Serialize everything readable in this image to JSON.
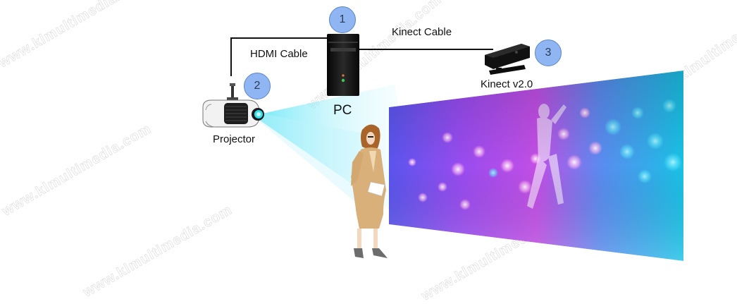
{
  "diagram": {
    "pc": {
      "label": "PC",
      "badge": "1"
    },
    "projector": {
      "label": "Projector",
      "badge": "2"
    },
    "kinect": {
      "label": "Kinect v2.0",
      "badge": "3"
    },
    "cables": {
      "hdmi": "HDMI Cable",
      "kinect": "Kinect Cable"
    },
    "screen": {
      "description": "Projected interactive wall with bokeh lights and particle figure"
    },
    "presenter": {
      "description": "Woman in tan suit standing in front of projection"
    }
  },
  "watermarks": [
    "www.klmultimedia.com",
    "www.klmultimedia.com",
    "www.klmultimedia.com",
    "www.klmultimedia.com",
    "www.klmultimedia.com",
    "www.klmultimedia.com"
  ],
  "colors": {
    "badge_fill": "#8fb6f2",
    "badge_border": "#5b86c8",
    "cable": "#111111",
    "beam": "#7fe6f5",
    "screen_left": "#6a4ff0",
    "screen_mid": "#c04ee8",
    "screen_right": "#1fc4e8"
  }
}
